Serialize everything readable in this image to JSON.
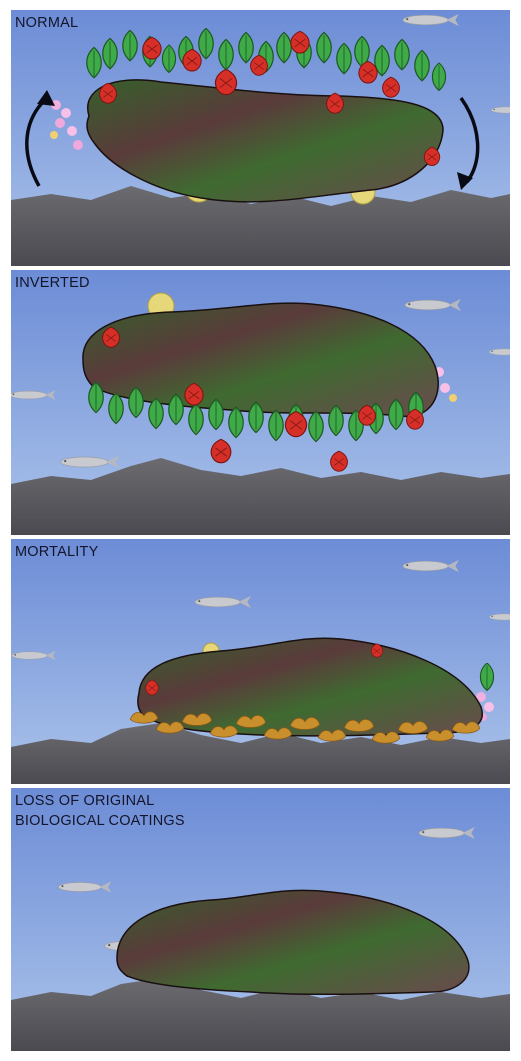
{
  "panels": [
    {
      "id": "normal",
      "label": "NORMAL"
    },
    {
      "id": "inverted",
      "label": "INVERTED"
    },
    {
      "id": "mortality",
      "label": "MORTALITY"
    },
    {
      "id": "loss",
      "label": "LOSS OF ORIGINAL\nBIOLOGICAL COATINGS"
    }
  ],
  "colors": {
    "water_top": "#6f8fd8",
    "water_bottom": "#a9c1ea",
    "seafloor": "#5a5a5e",
    "rock_dark": "#4a2c2c",
    "rock_green": "#3e6a2c",
    "algae": "#3da646",
    "algae_edge": "#1e5a22",
    "red_algae": "#d8302a",
    "dead_algae": "#c8902c",
    "fish": "#c4c6cc",
    "divider": "#ffffff"
  },
  "icons": [
    "rotate-counterclockwise-arrow-icon",
    "rotate-clockwise-arrow-icon",
    "fish-icon"
  ]
}
